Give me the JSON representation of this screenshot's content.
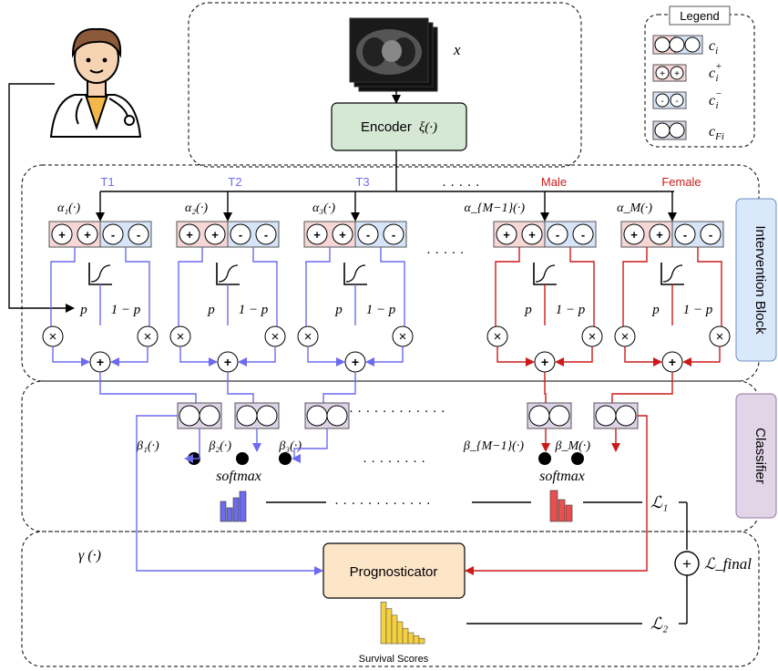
{
  "encoder": {
    "label": "Encoder",
    "func": "ξ(·)",
    "input_symbol": "x"
  },
  "legend": {
    "title": "Legend",
    "items": [
      {
        "symbol": "c",
        "sub": "i",
        "sup": ""
      },
      {
        "symbol": "c",
        "sub": "i",
        "sup": "+"
      },
      {
        "symbol": "c",
        "sub": "i",
        "sup": "−"
      },
      {
        "symbol": "c",
        "sub": "Fi",
        "sup": ""
      }
    ]
  },
  "intervention_block": {
    "label": "Intervention Block",
    "ellipsis": "· · · · ·",
    "columns": [
      {
        "tag": "T1",
        "alpha": "α₁(·)",
        "beta": "β₁(·)"
      },
      {
        "tag": "T2",
        "alpha": "α₂(·)",
        "beta": "β₂(·)"
      },
      {
        "tag": "T3",
        "alpha": "α₃(·)",
        "beta": "β₃(·)"
      },
      {
        "tag": "Male",
        "alpha": "α_{M−1}(·)",
        "beta": "β_{M−1}(·)"
      },
      {
        "tag": "Female",
        "alpha": "α_M(·)",
        "beta": "β_M(·)"
      }
    ],
    "concept_signs": [
      "+",
      "+",
      "-",
      "-"
    ],
    "p_label": "p",
    "one_minus_p_label": "1 − p",
    "multiply_symbol": "×",
    "add_symbol": "+"
  },
  "classifier": {
    "label": "Classifier",
    "softmax_label": "softmax",
    "dotted_ellipsis": "· · · · · · · · · · · ·",
    "lower_ellipsis": "· · · · · · · ·"
  },
  "loss": {
    "l1": "ℒ₁",
    "l2": "ℒ₂",
    "final": "ℒ_final",
    "plus": "+"
  },
  "prognosticator": {
    "label": "Prognosticator",
    "gamma": "γ (·)"
  },
  "survival_scores": {
    "label": "Survival Scores",
    "bars": [
      0.95,
      0.8,
      0.65,
      0.5,
      0.35,
      0.25,
      0.18,
      0.12
    ]
  },
  "colors": {
    "blue": "#6b6bf0",
    "red": "#cc1a1a",
    "pink_fill": "#f7d6d6",
    "blue_fill": "#d6e4f7",
    "purple_fill": "#dcd4e6",
    "encoder_fill": "#d5e8d4",
    "prog_fill": "#fde5c8",
    "side_blue": "#dae8fc",
    "side_purple": "#e1d5e7"
  }
}
